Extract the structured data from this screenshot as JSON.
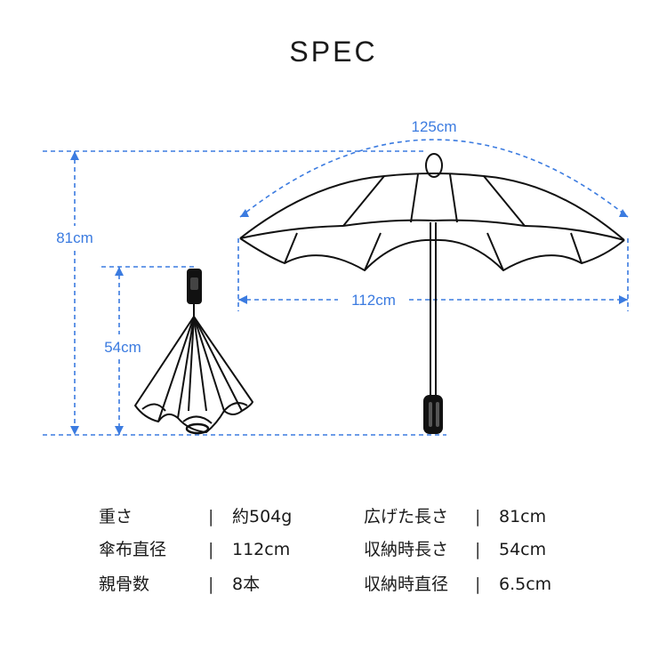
{
  "title": "SPEC",
  "dimensions": {
    "open_arc_width": "125cm",
    "open_height": "81cm",
    "canopy_diameter": "112cm",
    "folded_length": "54cm"
  },
  "specs_left": [
    {
      "label": "重さ",
      "sep": "|",
      "value": "約504g"
    },
    {
      "label": "傘布直径",
      "sep": "|",
      "value": "112cm"
    },
    {
      "label": "親骨数",
      "sep": "|",
      "value": "8本"
    }
  ],
  "specs_right": [
    {
      "label": "広げた長さ",
      "sep": "|",
      "value": "81cm"
    },
    {
      "label": "収納時長さ",
      "sep": "|",
      "value": "54cm"
    },
    {
      "label": "収納時直径",
      "sep": "|",
      "value": "6.5cm"
    }
  ],
  "colors": {
    "dimension": "#3b7be0",
    "outline": "#111111"
  }
}
